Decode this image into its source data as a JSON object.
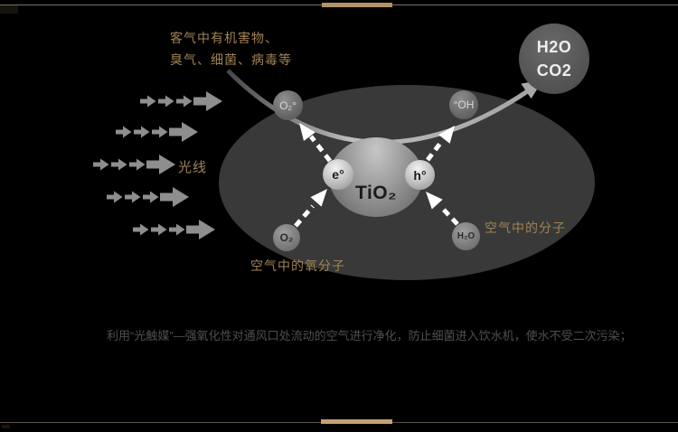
{
  "page": {
    "background": "#000000",
    "accent_bar_color": "#b29266",
    "border_line_color": "#7b7366"
  },
  "annotations": {
    "label_color": "#a08353",
    "pollutants_line1": "客气中有机害物、",
    "pollutants_line2": "臭气、细菌、病毒等",
    "light_rays": "光线",
    "air_molecules": "空气中的分子",
    "oxygen_molecules": "空气中的氧分子"
  },
  "molecules": {
    "catalyst": "TiO₂",
    "electron": "e°",
    "hole": "h°",
    "superoxide": "O₂°",
    "hydroxyl_radical": "°OH",
    "oxygen": "O₂",
    "water": "H₂O",
    "product_water": "H2O",
    "product_co2": "CO2"
  },
  "caption": {
    "text": "利用“光触媒”—强氧化性对通风口处流动的空气进行净化，防止细菌进入饮水机，使水不受二次污染；",
    "color": "#4f4f4f"
  }
}
